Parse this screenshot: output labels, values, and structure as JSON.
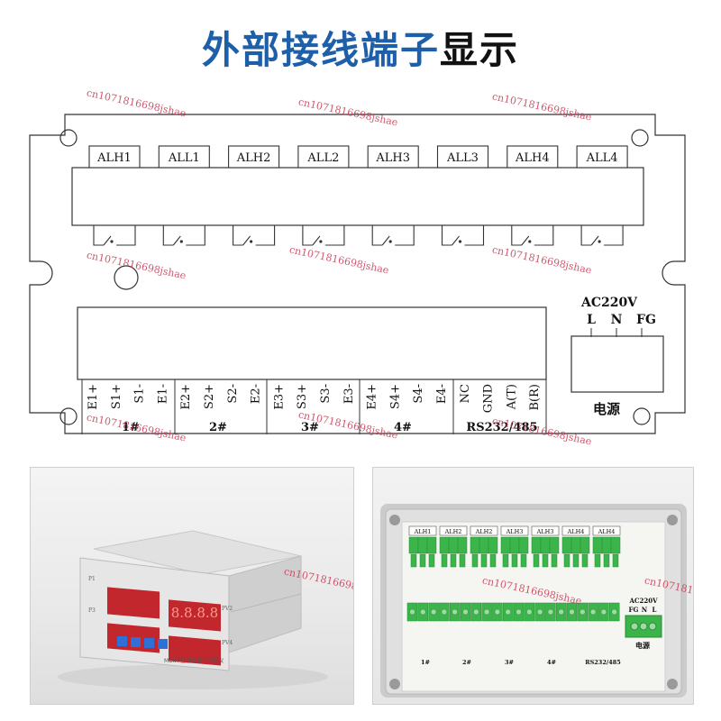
{
  "title": {
    "blue": "外部接线端子",
    "black": "显示"
  },
  "relays": [
    "ALH1",
    "ALL1",
    "ALH2",
    "ALL2",
    "ALH3",
    "ALL3",
    "ALH4",
    "ALL4"
  ],
  "terminals": [
    "E1+",
    "S1+",
    "S1-",
    "E1-",
    "E2+",
    "S2+",
    "S2-",
    "E2-",
    "E3+",
    "S3+",
    "S3-",
    "E3-",
    "E4+",
    "S4+",
    "S4-",
    "E4-",
    "NC",
    "GND",
    "A(T)",
    "B(R)"
  ],
  "groups": [
    "1#",
    "2#",
    "3#",
    "4#",
    "RS232/485"
  ],
  "power": {
    "voltage": "AC220V",
    "pins": [
      "L",
      "N",
      "FG"
    ],
    "label": "电源"
  },
  "watermark": "cn1071816698jshae",
  "device_photo": {
    "display_value": "8.8.8.8",
    "model_text": "MCK-F型智能显示控制仪",
    "pv_labels": [
      "PV2",
      "PV4"
    ],
    "side_labels": [
      "P1",
      "P3"
    ]
  },
  "wiring_photo": {
    "relays": [
      "ALH1",
      "ALH2",
      "ALH2",
      "ALH3",
      "ALH3",
      "ALH4",
      "ALH4"
    ],
    "groups": [
      "1#",
      "2#",
      "3#",
      "4#",
      "RS232/485"
    ],
    "power_voltage": "AC220V",
    "power_pins": [
      "FG",
      "N",
      "L"
    ],
    "power_label": "电源"
  },
  "colors": {
    "title_blue": "#1d5fa8",
    "terminal_green": "#3bb54a",
    "display_red": "#e0322b",
    "button_blue": "#2f6fd8"
  }
}
